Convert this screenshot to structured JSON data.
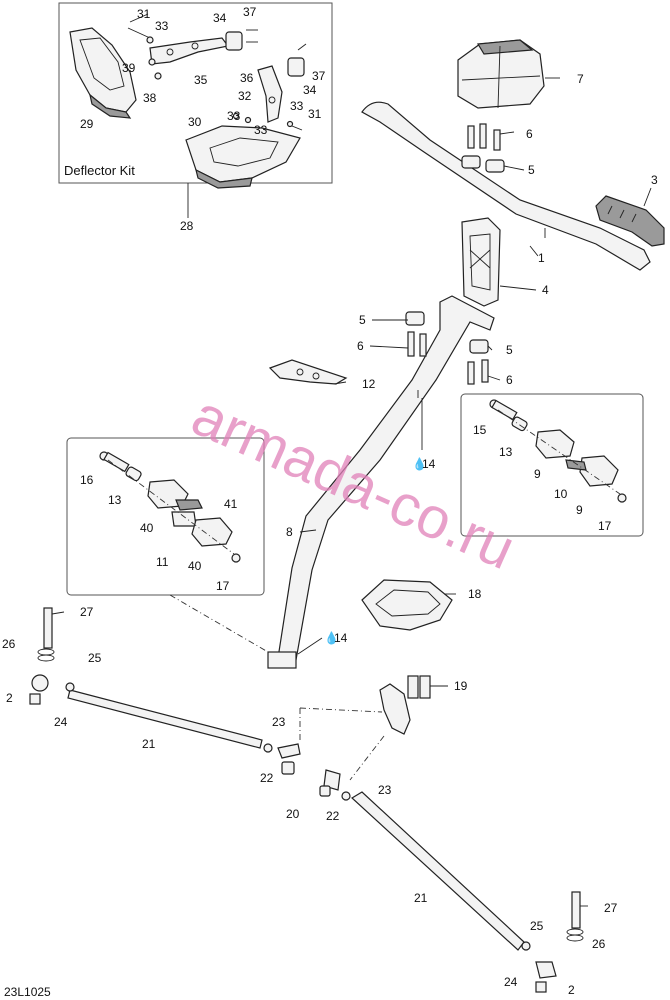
{
  "diagram": {
    "kit_label": "Deflector Kit",
    "code": "23L1025",
    "watermark": "armada-co.ru",
    "callouts": {
      "c31a": "31",
      "c33a": "33",
      "c34a": "34",
      "c37a": "37",
      "c39": "39",
      "c38": "38",
      "c35": "35",
      "c29": "29",
      "c36": "36",
      "c37b": "37",
      "c32": "32",
      "c34b": "34",
      "c33b": "33",
      "c33c": "33",
      "c33d": "33",
      "c31b": "31",
      "c30": "30",
      "c28": "28",
      "c7": "7",
      "c6a": "6",
      "c5a": "5",
      "c3": "3",
      "c1": "1",
      "c4": "4",
      "c5b": "5",
      "c6b": "6",
      "c5c": "5",
      "c6c": "6",
      "c12": "12",
      "c15": "15",
      "c13a": "13",
      "c9a": "9",
      "c10": "10",
      "c9b": "9",
      "c17a": "17",
      "c14a": "14",
      "c16": "16",
      "c13b": "13",
      "c41": "41",
      "c40a": "40",
      "c11": "11",
      "c40b": "40",
      "c17b": "17",
      "c8": "8",
      "c18": "18",
      "c27a": "27",
      "c26a": "26",
      "c25a": "25",
      "c2a": "2",
      "c24a": "24",
      "c14b": "14",
      "c19": "19",
      "c21a": "21",
      "c23a": "23",
      "c22a": "22",
      "c20": "20",
      "c23b": "23",
      "c22b": "22",
      "c21b": "21",
      "c27b": "27",
      "c25b": "25",
      "c26b": "26",
      "c24b": "24",
      "c2b": "2"
    }
  }
}
